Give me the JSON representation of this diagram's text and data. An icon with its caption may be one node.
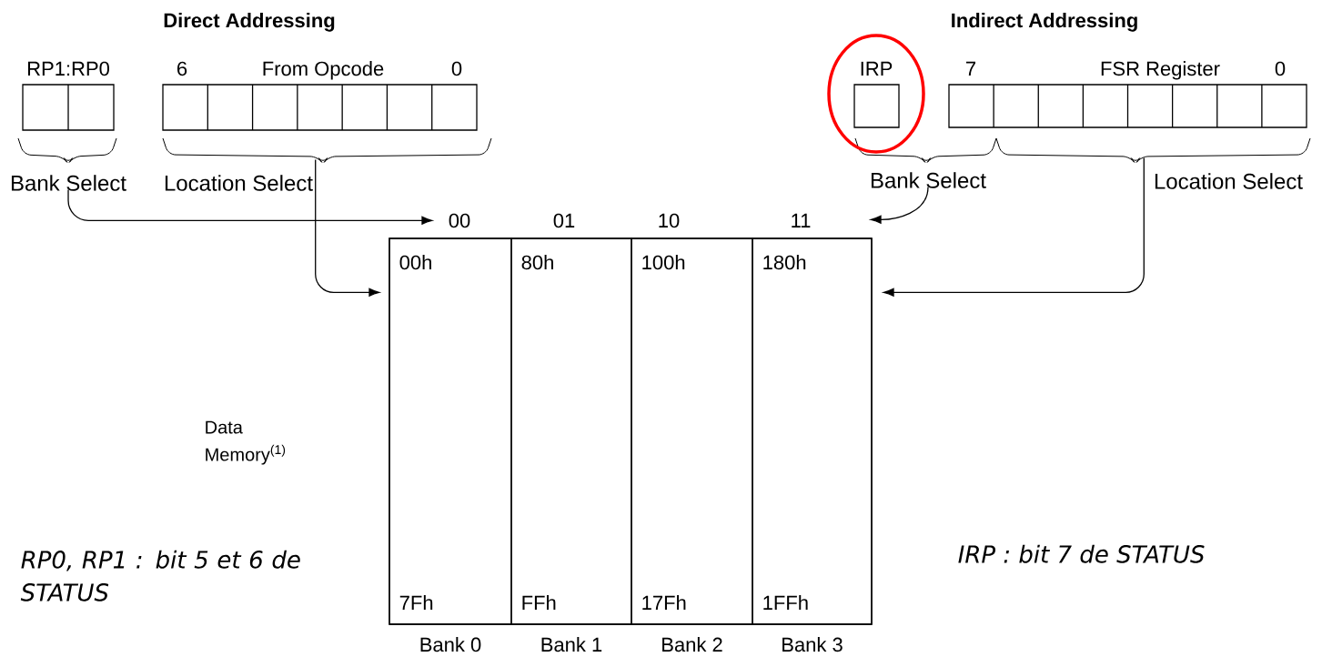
{
  "diagram": {
    "nodes": [
      {
        "text": [
          "RP1:RP0"
        ]
      },
      {
        "text": [
          "From Opcode"
        ],
        "beside": [
          "6",
          "0"
        ]
      },
      {
        "text": [
          "IRP"
        ]
      },
      {
        "text": [
          "FSR Register"
        ],
        "beside": [
          "7",
          "0"
        ]
      },
      {
        "text": [
          "Bank Select"
        ]
      },
      {
        "text": [
          "Location Select"
        ]
      },
      {
        "text": [
          "Bank Select"
        ]
      },
      {
        "text": [
          "Location Select"
        ]
      },
      {
        "text": [],
        "shape": "box"
      },
      {
        "text": [
          "00",
          "00h",
          "7Fh"
        ],
        "in": 8,
        "beside": [
          "Bank 0"
        ]
      },
      {
        "text": [
          "01",
          "80h",
          "FFh"
        ],
        "in": 8,
        "beside": [
          "Bank 1"
        ]
      },
      {
        "text": [
          "10",
          "100h",
          "17Fh"
        ],
        "in": 8,
        "beside": [
          "Bank 2"
        ]
      },
      {
        "text": [
          "11",
          "180h",
          "1FFh"
        ],
        "in": 8,
        "beside": [
          "Bank 3"
        ]
      }
    ],
    "edges": [
      {
        "from": 4,
        "to": 9,
        "arrow": "to"
      },
      {
        "from": 5,
        "to": 8,
        "arrow": "to"
      },
      {
        "from": 6,
        "to": 12,
        "arrow": "to"
      },
      {
        "from": 7,
        "to": 8,
        "arrow": "to"
      }
    ],
    "labels": [
      "Direct Addressing",
      "Indirect Addressing",
      "Data Memory$^{(1)}$",
      "RP0, RP1 : bit 5 et 6 de STATUS",
      "IRP : bit 7 de STATUS"
    ]
  }
}
